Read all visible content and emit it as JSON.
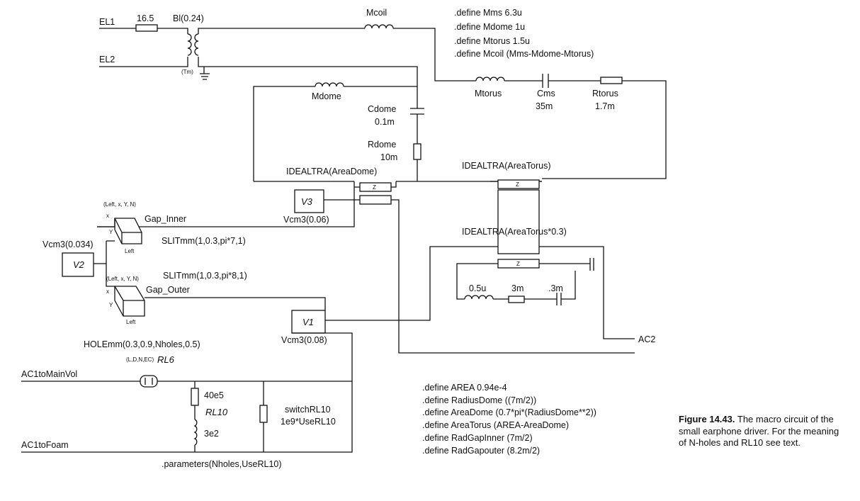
{
  "nodes": {
    "el1": "EL1",
    "el2": "EL2",
    "ac1_main": "AC1toMainVol",
    "ac1_foam": "AC1toFoam",
    "ac2": "AC2"
  },
  "components": {
    "r_coil": "16.5",
    "bl": "Bl(0.24)",
    "tm": "(Tm)",
    "mcoil": "Mcoil",
    "mdome": "Mdome",
    "cdome": "Cdome",
    "cdome_val": "0.1m",
    "rdome": "Rdome",
    "rdome_val": "10m",
    "mtorus": "Mtorus",
    "cms": "Cms",
    "cms_val": "35m",
    "rtorus": "Rtorus",
    "rtorus_val": "1.7m",
    "idealtra_dome": "IDEALTRA(AreaDome)",
    "idealtra_torus": "IDEALTRA(AreaTorus)",
    "idealtra_torus03": "IDEALTRA(AreaTorus*0.3)",
    "z": "Z",
    "v3": "V3",
    "v3_label": "Vcm3(0.06)",
    "v2": "V2",
    "v2_label": "Vcm3(0.034)",
    "v1": "V1",
    "v1_label": "Vcm3(0.08)",
    "slit_pins": "(Left, x, Y, N)",
    "slit_x": "x",
    "slit_y": "Y",
    "slit_left": "Left",
    "gap_inner": "Gap_Inner",
    "gap_outer": "Gap_Outer",
    "slit1": "SLITmm(1,0.3,pi*7,1)",
    "slit2": "SLITmm(1,0.3,pi*8,1)",
    "small_l": "0.5u",
    "small_r": "3m",
    "small_c": ".3m",
    "hole": "HOLEmm(0.3,0.9,Nholes,0.5)",
    "hole_pins": "(L,D,N,EC)",
    "rl6": "RL6",
    "r40e5": "40e5",
    "rl10": "RL10",
    "l3e2": "3e2",
    "switch1": "switchRL10",
    "switch2": "1e9*UseRL10"
  },
  "defines_top": [
    ".define Mms 6.3u",
    ".define Mdome 1u",
    ".define Mtorus 1.5u",
    ".define Mcoil (Mms-Mdome-Mtorus)"
  ],
  "defines_bottom": [
    ".define AREA 0.94e-4",
    ".define RadiusDome ((7m/2))",
    ".define AreaDome (0.7*pi*(RadiusDome**2))",
    ".define AreaTorus (AREA-AreaDome)",
    ".define RadGapInner (7m/2)",
    ".define RadGapouter (8.2m/2)"
  ],
  "parameters": ".parameters(Nholes,UseRL10)",
  "caption": {
    "label": "Figure 14.43.",
    "text": "The macro circuit of the small earphone driver. For the meaning of N-holes and RL10 see text."
  }
}
